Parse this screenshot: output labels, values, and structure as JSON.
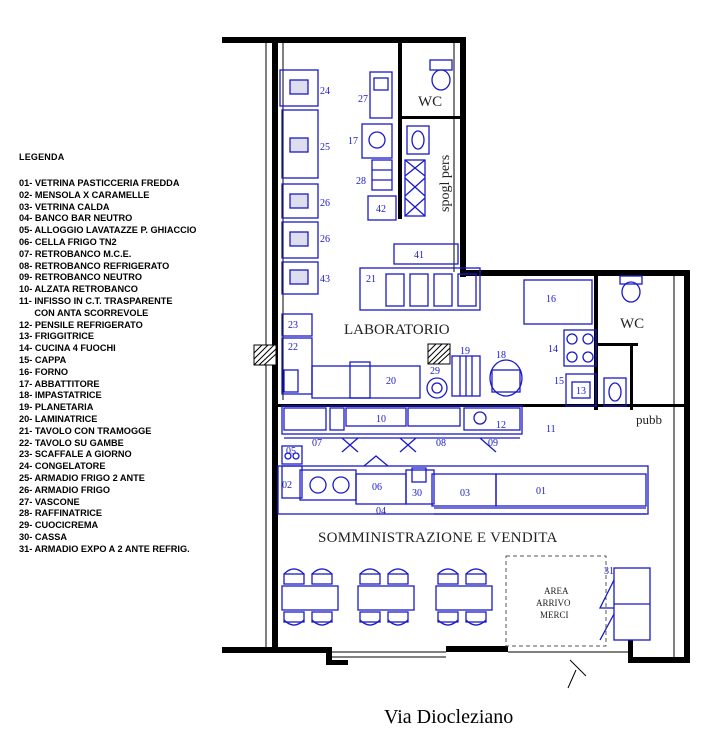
{
  "legend": {
    "title": "LEGENDA",
    "items": [
      "01- VETRINA PASTICCERIA FREDDA",
      "02- MENSOLA X CARAMELLE",
      "03- VETRINA CALDA",
      "04- BANCO BAR NEUTRO",
      "05- ALLOGGIO LAVATAZZE P. GHIACCIO",
      "06- CELLA FRIGO TN2",
      "07- RETROBANCO M.C.E.",
      "08- RETROBANCO REFRIGERATO",
      "09- RETROBANCO NEUTRO",
      "10- ALZATA RETROBANCO",
      "11- INFISSO IN C.T. TRASPARENTE",
      "      CON ANTA SCORREVOLE",
      "12- PENSILE REFRIGERATO",
      "13- FRIGGITRICE",
      "14- CUCINA 4 FUOCHI",
      "15- CAPPA",
      "16- FORNO",
      "17- ABBATTITORE",
      "18- IMPASTATRICE",
      "19- PLANETARIA",
      "20- LAMINATRICE",
      "21- TAVOLO CON TRAMOGGE",
      "22- TAVOLO SU GAMBE",
      "23- SCAFFALE A GIORNO",
      "24- CONGELATORE",
      "25- ARMADIO FRIGO 2 ANTE",
      "26- ARMADIO FRIGO",
      "27- VASCONE",
      "28- RAFFINATRICE",
      "29- CUOCICREMA",
      "30- CASSA",
      "31- ARMADIO EXPO A 2 ANTE REFRIG."
    ]
  },
  "rooms": {
    "wc_top": "WC",
    "spogl": "spogl pers",
    "laboratorio": "LABORATORIO",
    "wc_right": "WC",
    "pubb": "pubb",
    "somministrazione": "SOMMINISTRAZIONE E VENDITA",
    "area_line1": "AREA",
    "area_line2": "ARRIVO",
    "area_line3": "MERCI"
  },
  "numbers": {
    "n24": "24",
    "n25": "25",
    "n26a": "26",
    "n26b": "26",
    "n43": "43",
    "n27": "27",
    "n17": "17",
    "n28": "28",
    "n42": "42",
    "n41": "41",
    "n21": "21",
    "n16": "16",
    "n23": "23",
    "n22": "22",
    "n19": "19",
    "n18": "18",
    "n14": "14",
    "n15": "15",
    "n13": "13",
    "n20": "20",
    "n29": "29",
    "n10": "10",
    "n12": "12",
    "n11": "11",
    "n07": "07",
    "n08": "08",
    "n09": "09",
    "n05": "05",
    "n02": "02",
    "n06": "06",
    "n30": "30",
    "n03": "03",
    "n01": "01",
    "n04": "04",
    "n31": "31"
  },
  "street": "Via Diocleziano"
}
